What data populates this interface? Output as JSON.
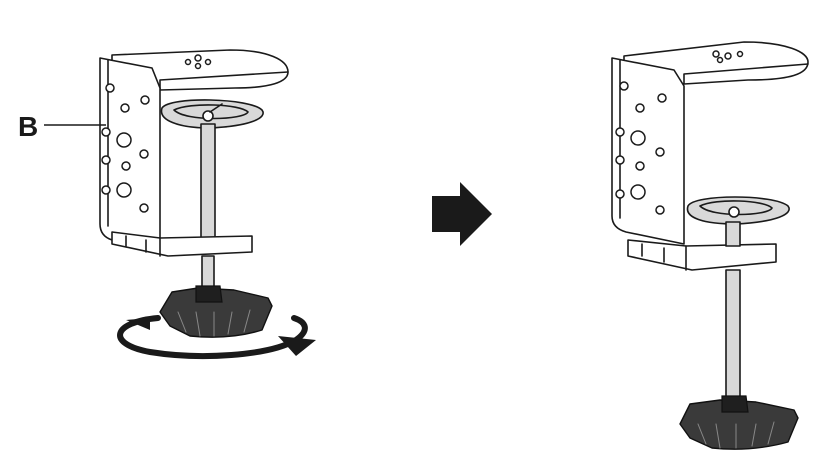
{
  "diagram": {
    "callout_letter": "B",
    "colors": {
      "line": "#1a1a1a",
      "knob": "#3a3a3a",
      "arrow": "#1a1a1a",
      "background": "#ffffff"
    },
    "steps": [
      {
        "state": "clamp-before-tightening",
        "shows_rotation_arrow": true
      },
      {
        "state": "clamp-after-tightening",
        "shows_rotation_arrow": false
      }
    ]
  }
}
